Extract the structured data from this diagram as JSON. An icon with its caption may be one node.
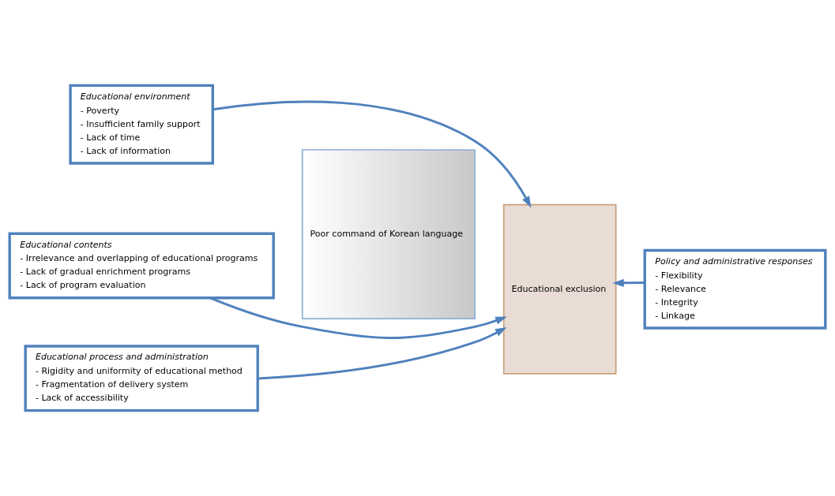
{
  "diagram": {
    "nodes": [
      {
        "text": [
          "Educational environment",
          "- Poverty",
          "- Insufficient family support",
          "- Lack of time",
          "- Lack of information"
        ]
      },
      {
        "text": [
          "Educational contents",
          "- Irrelevance and overlapping of educational programs",
          "- Lack of gradual enrichment programs",
          "- Lack of program evaluation"
        ]
      },
      {
        "text": [
          "Educational process and administration",
          "- Rigidity and uniformity of educational method",
          "- Fragmentation of delivery system",
          "- Lack of accessibility"
        ]
      },
      {
        "text": [
          "Poor command of Korean language"
        ]
      },
      {
        "text": [
          "Educational exclusion"
        ]
      },
      {
        "text": [
          "Policy and administrative responses",
          "- Flexibility",
          "- Relevance",
          "- Integrity",
          "- Linkage"
        ]
      }
    ],
    "edges": [
      {
        "from": 0,
        "to": 4,
        "arrow": "to"
      },
      {
        "from": 1,
        "to": 4,
        "arrow": "to"
      },
      {
        "from": 2,
        "to": 4,
        "arrow": "to"
      },
      {
        "from": 5,
        "to": 4,
        "arrow": "to"
      }
    ]
  }
}
